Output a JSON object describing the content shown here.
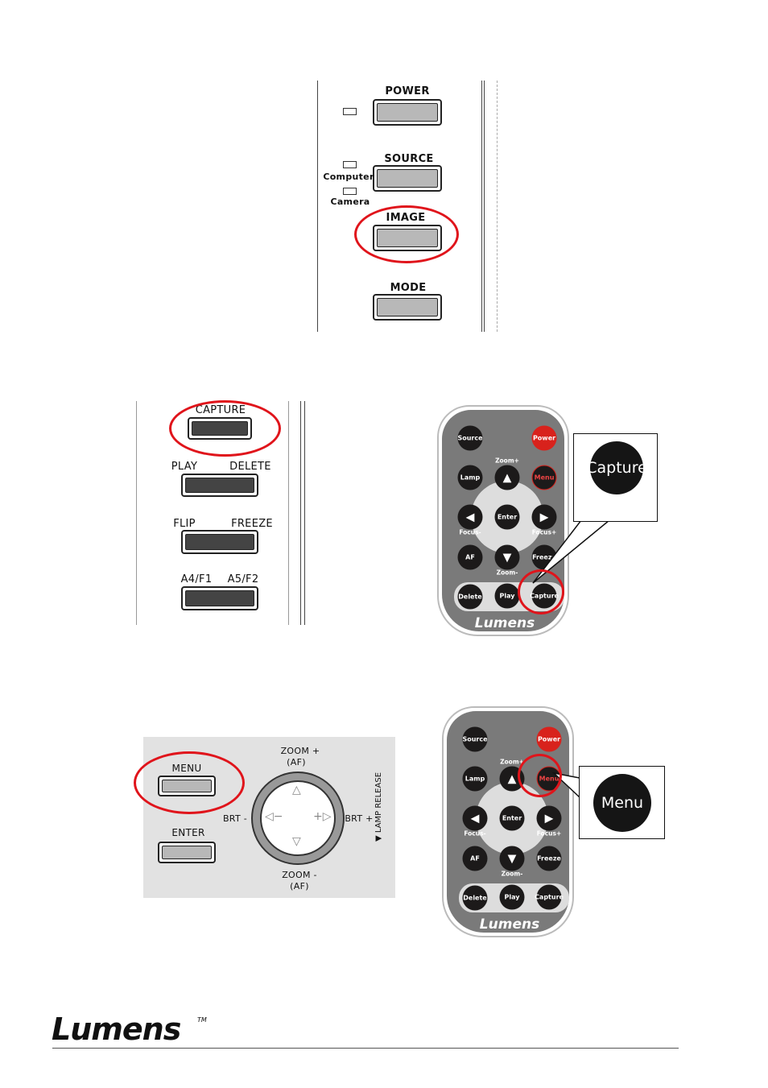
{
  "panel1": {
    "buttons": [
      "POWER",
      "SOURCE",
      "IMAGE",
      "MODE"
    ],
    "led_labels": [
      "Computer",
      "Camera"
    ]
  },
  "panel2": {
    "labels": [
      "CAPTURE",
      "PLAY",
      "DELETE",
      "FLIP",
      "FREEZE",
      "A4/F1",
      "A5/F2"
    ]
  },
  "panel3": {
    "menu": "MENU",
    "enter": "ENTER",
    "zoom_plus": "ZOOM +",
    "zoom_minus": "ZOOM -",
    "af": "(AF)",
    "brt_minus": "BRT -",
    "brt_plus": "BRT +",
    "lamp_release": "▼ LAMP RELEASE"
  },
  "remote": {
    "source": "Source",
    "power": "Power",
    "zoom_plus": "Zoom+",
    "lamp": "Lamp",
    "menu": "Menu",
    "enter": "Enter",
    "focus_minus": "Focus-",
    "focus_plus": "Focus+",
    "af": "AF",
    "freeze": "Freeze",
    "zoom_minus": "Zoom-",
    "delete": "Delete",
    "play": "Play",
    "capture": "Capture",
    "brand": "Lumens"
  },
  "callouts": {
    "first": "Capture",
    "second": "Menu"
  },
  "footer": {
    "brand": "Lumens",
    "tm": "TM"
  },
  "colors": {
    "highlight": "#e0141b",
    "power": "#d8221c"
  }
}
